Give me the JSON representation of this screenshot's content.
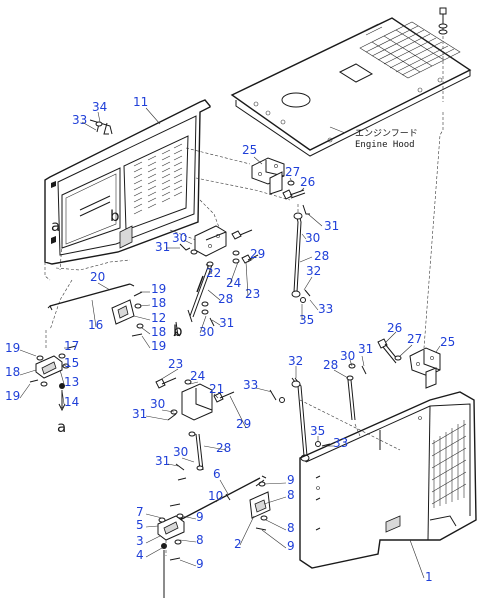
{
  "hood_label": {
    "jp": "エンジンフード",
    "en": "Engine Hood"
  },
  "ref_marks": {
    "a": "a",
    "b": "b"
  },
  "colors": {
    "callout": "#1f3fd8",
    "line": "#1a1a1a"
  },
  "callouts": [
    {
      "id": "c34",
      "text": "34"
    },
    {
      "id": "c33a",
      "text": "33"
    },
    {
      "id": "c11",
      "text": "11"
    },
    {
      "id": "c25a",
      "text": "25"
    },
    {
      "id": "c27a",
      "text": "27"
    },
    {
      "id": "c26a",
      "text": "26"
    },
    {
      "id": "c31a",
      "text": "31"
    },
    {
      "id": "c30a",
      "text": "30"
    },
    {
      "id": "c28a",
      "text": "28"
    },
    {
      "id": "c32a",
      "text": "32"
    },
    {
      "id": "c33b",
      "text": "33"
    },
    {
      "id": "c35a",
      "text": "35"
    },
    {
      "id": "c31b",
      "text": "31"
    },
    {
      "id": "c30b",
      "text": "30"
    },
    {
      "id": "c29a",
      "text": "29"
    },
    {
      "id": "c22",
      "text": "22"
    },
    {
      "id": "c24a",
      "text": "24"
    },
    {
      "id": "c23a",
      "text": "23"
    },
    {
      "id": "c28b",
      "text": "28"
    },
    {
      "id": "c31c",
      "text": "31"
    },
    {
      "id": "c30c",
      "text": "30"
    },
    {
      "id": "c20",
      "text": "20"
    },
    {
      "id": "c19a",
      "text": "19"
    },
    {
      "id": "c18a",
      "text": "18"
    },
    {
      "id": "c12",
      "text": "12"
    },
    {
      "id": "c18b",
      "text": "18"
    },
    {
      "id": "c19b",
      "text": "19"
    },
    {
      "id": "c16",
      "text": "16"
    },
    {
      "id": "c19c",
      "text": "19"
    },
    {
      "id": "c17",
      "text": "17"
    },
    {
      "id": "c15",
      "text": "15"
    },
    {
      "id": "c18c",
      "text": "18"
    },
    {
      "id": "c13",
      "text": "13"
    },
    {
      "id": "c19d",
      "text": "19"
    },
    {
      "id": "c14",
      "text": "14"
    },
    {
      "id": "c26b",
      "text": "26"
    },
    {
      "id": "c27b",
      "text": "27"
    },
    {
      "id": "c25b",
      "text": "25"
    },
    {
      "id": "c30d",
      "text": "30"
    },
    {
      "id": "c31d",
      "text": "31"
    },
    {
      "id": "c28c",
      "text": "28"
    },
    {
      "id": "c32b",
      "text": "32"
    },
    {
      "id": "c23b",
      "text": "23"
    },
    {
      "id": "c24b",
      "text": "24"
    },
    {
      "id": "c33c",
      "text": "33"
    },
    {
      "id": "c21",
      "text": "21"
    },
    {
      "id": "c31e",
      "text": "31"
    },
    {
      "id": "c30e",
      "text": "30"
    },
    {
      "id": "c29b",
      "text": "29"
    },
    {
      "id": "c35b",
      "text": "35"
    },
    {
      "id": "c33d",
      "text": "33"
    },
    {
      "id": "c28d",
      "text": "28"
    },
    {
      "id": "c31f",
      "text": "31"
    },
    {
      "id": "c30f",
      "text": "30"
    },
    {
      "id": "c6",
      "text": "6"
    },
    {
      "id": "c9a",
      "text": "9"
    },
    {
      "id": "c8a",
      "text": "8"
    },
    {
      "id": "c10",
      "text": "10"
    },
    {
      "id": "c7",
      "text": "7"
    },
    {
      "id": "c9b",
      "text": "9"
    },
    {
      "id": "c5",
      "text": "5"
    },
    {
      "id": "c3",
      "text": "3"
    },
    {
      "id": "c8b",
      "text": "8"
    },
    {
      "id": "c4",
      "text": "4"
    },
    {
      "id": "c9c",
      "text": "9"
    },
    {
      "id": "c2",
      "text": "2"
    },
    {
      "id": "c8c",
      "text": "8"
    },
    {
      "id": "c9d",
      "text": "9"
    },
    {
      "id": "c1",
      "text": "1"
    }
  ]
}
